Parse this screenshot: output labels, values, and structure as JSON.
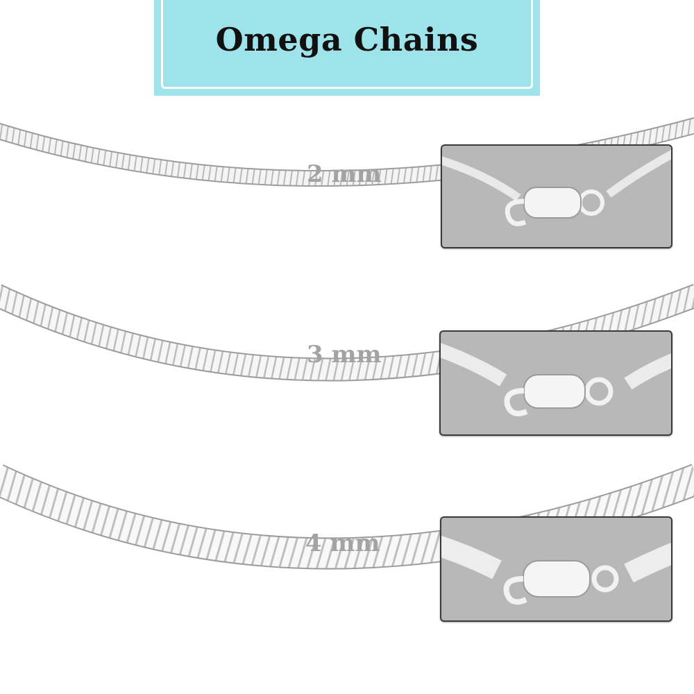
{
  "title": "Omega Chains",
  "colors": {
    "banner": "#9fe3ea",
    "label": "#a3a3a3",
    "inset_background": "#b8b8b8"
  },
  "chains": [
    {
      "size_label": "2 mm"
    },
    {
      "size_label": "3 mm"
    },
    {
      "size_label": "4 mm"
    }
  ]
}
